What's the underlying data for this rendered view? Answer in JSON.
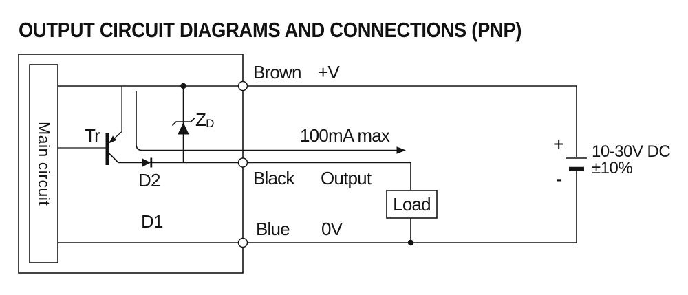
{
  "title": "OUTPUT CIRCUIT DIAGRAMS AND CONNECTIONS (PNP)",
  "diagram": {
    "main_circuit_label": "Main circuit",
    "transistor_label": "Tr",
    "zener_label": "Z",
    "zener_label_sub": "D",
    "diode2_label": "D2",
    "diode1_label": "D1",
    "current_limit_label": "100mA max",
    "load_label": "Load",
    "wires": {
      "brown": {
        "color_name": "Brown",
        "signal": "+V"
      },
      "black": {
        "color_name": "Black",
        "signal": "Output"
      },
      "blue": {
        "color_name": "Blue",
        "signal": "0V"
      }
    },
    "power_supply": {
      "plus": "+",
      "minus": "-",
      "voltage": "10-30V DC",
      "tolerance": "±10%"
    }
  },
  "colors": {
    "line": "#141414",
    "background": "#ffffff"
  }
}
